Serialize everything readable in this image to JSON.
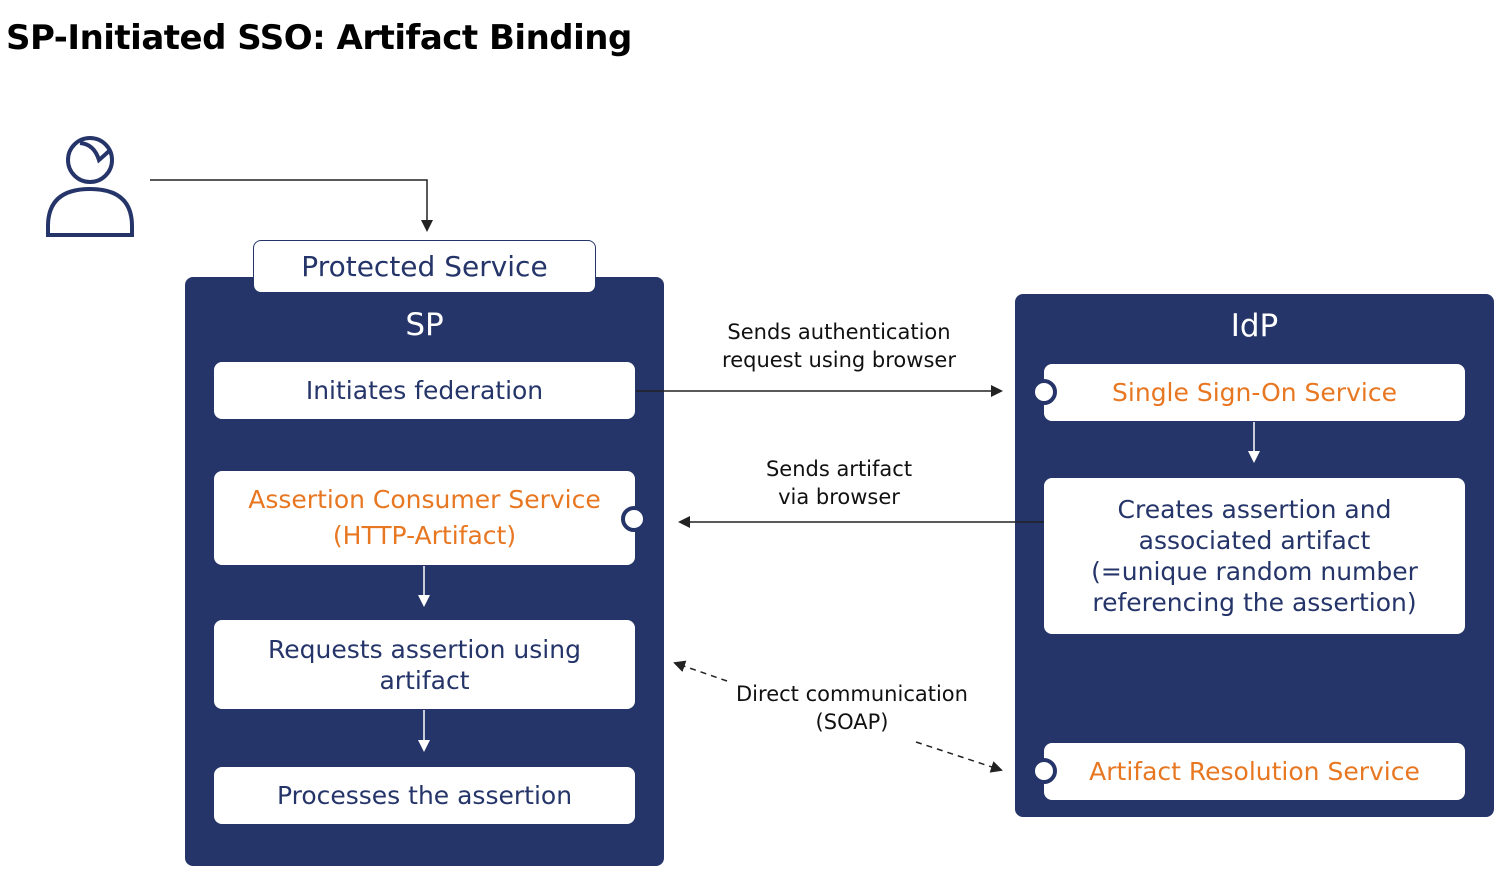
{
  "title": "SP-Initiated SSO: Artifact Binding",
  "sp": {
    "tab_label": "Protected Service",
    "title": "SP",
    "steps": [
      {
        "label": "Initiates federation"
      },
      {
        "line1": "Assertion Consumer Service",
        "line2": "(HTTP-Artifact)"
      },
      {
        "line1": "Requests assertion using",
        "line2": "artifact"
      },
      {
        "label": "Processes the assertion"
      }
    ]
  },
  "idp": {
    "title": "IdP",
    "sso_service": "Single Sign-On Service",
    "creates": {
      "line1": "Creates assertion and",
      "line2": "associated artifact",
      "line3": "(=unique random number",
      "line4": "referencing the assertion)"
    },
    "artifact_resolution": "Artifact Resolution Service"
  },
  "arrows": {
    "auth_request": {
      "line1": "Sends authentication",
      "line2": "request using browser"
    },
    "send_artifact": {
      "line1": "Sends artifact",
      "line2": "via browser"
    },
    "soap": {
      "line1": "Direct communication",
      "line2": "(SOAP)"
    }
  },
  "colors": {
    "navy": "#253569",
    "orange": "#e87722",
    "line": "#222222"
  }
}
